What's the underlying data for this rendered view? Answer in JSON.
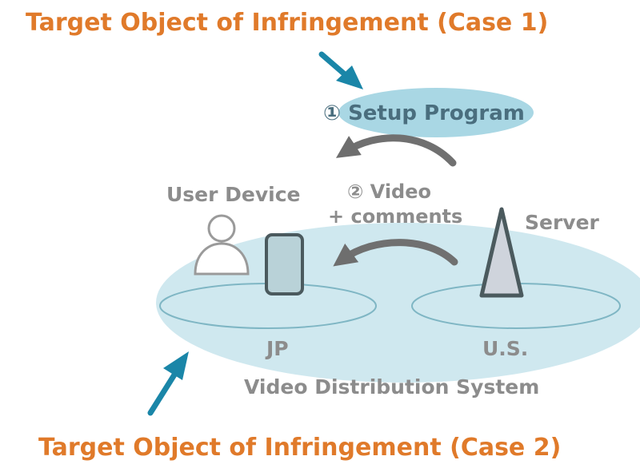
{
  "diagram": {
    "case1_title": "Target Object of Infringement (Case 1)",
    "case2_title": "Target Object of Infringement (Case 2)",
    "setup_program_label": "① Setup Program",
    "video_label": "② Video",
    "comments_label": "+ comments",
    "user_device_label": "User Device",
    "server_label": "Server",
    "jp_label": "JP",
    "us_label": "U.S.",
    "system_label": "Video Distribution System"
  },
  "colors": {
    "title_orange": "#e07a2a",
    "arrow_blue": "#1a86a8",
    "system_fill": "#cfe8ef",
    "setup_fill": "#a9d7e4",
    "flow_arrow_gray": "#707070",
    "icon_fill": "#b9d2d8",
    "icon_stroke": "#4b5a5e"
  }
}
